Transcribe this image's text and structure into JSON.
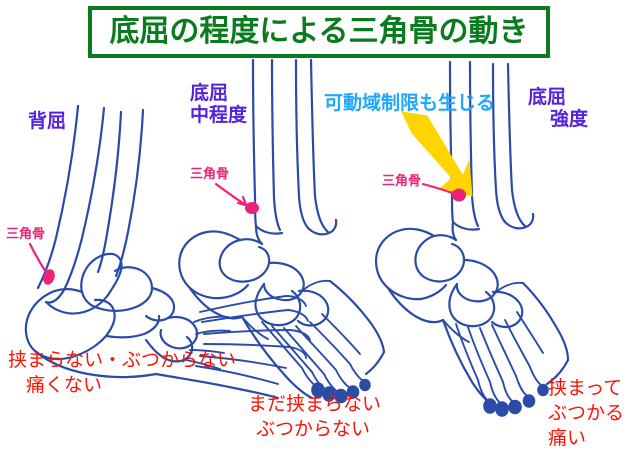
{
  "title": {
    "text": "底屈の程度による三角骨の動き",
    "color": "#0a7b1e"
  },
  "colors": {
    "title_green": "#0a7b1e",
    "stage_purple": "#5522dd",
    "bone_pink": "#ee2277",
    "outcome_red": "#fb1408",
    "annotation_cyan": "#1ea7ff",
    "bone_blue": "#2a4ca8",
    "arrow_yellow": "#ffd400"
  },
  "annotation": {
    "rom_limit": "可動域制限も生じる",
    "arrow_icon": "yellow-down-right-arrow"
  },
  "panels": [
    {
      "id": "dorsiflexion",
      "stage_label_line1": "背屈",
      "stage_label_line2": "",
      "bone_callout": "三角骨",
      "outcome_line1": "挟まらない・ぶつからない",
      "outcome_line2": "痛くない",
      "outcome_line3": ""
    },
    {
      "id": "plantarflexion-moderate",
      "stage_label_line1": "底屈",
      "stage_label_line2": "中程度",
      "bone_callout": "三角骨",
      "outcome_line1": "まだ挟まらない",
      "outcome_line2": "ぶつからない",
      "outcome_line3": ""
    },
    {
      "id": "plantarflexion-strong",
      "stage_label_line1": "底屈",
      "stage_label_line2": "強度",
      "bone_callout": "三角骨",
      "outcome_line1": "挟まって",
      "outcome_line2": "ぶつかる",
      "outcome_line3": "痛い"
    }
  ]
}
